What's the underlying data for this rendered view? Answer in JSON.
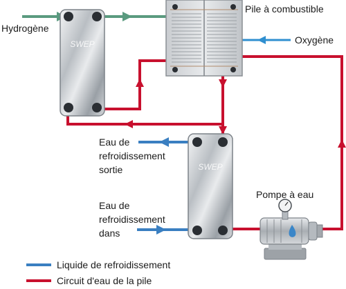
{
  "labels": {
    "hydrogen": "Hydrogène",
    "fuel_cell": "Pile à combustible",
    "oxygen": "Oxygène",
    "coolant_out": [
      "Eau de",
      "refroidissement",
      "sortie"
    ],
    "coolant_in": [
      "Eau de",
      "refroidissement",
      "dans"
    ],
    "pump": "Pompe à eau",
    "brand_mark": "SWEP"
  },
  "legend": [
    {
      "label": "Liquide de refroidissement",
      "color": "#3a7fc1"
    },
    {
      "label": "Circuit d'eau de la pile",
      "color": "#c8102e"
    }
  ],
  "colors": {
    "hydrogen_line": "#5a9a7f",
    "oxygen_line": "#2f8fd0",
    "coolant_line": "#3a7fc1",
    "stack_circuit": "#c8102e"
  }
}
